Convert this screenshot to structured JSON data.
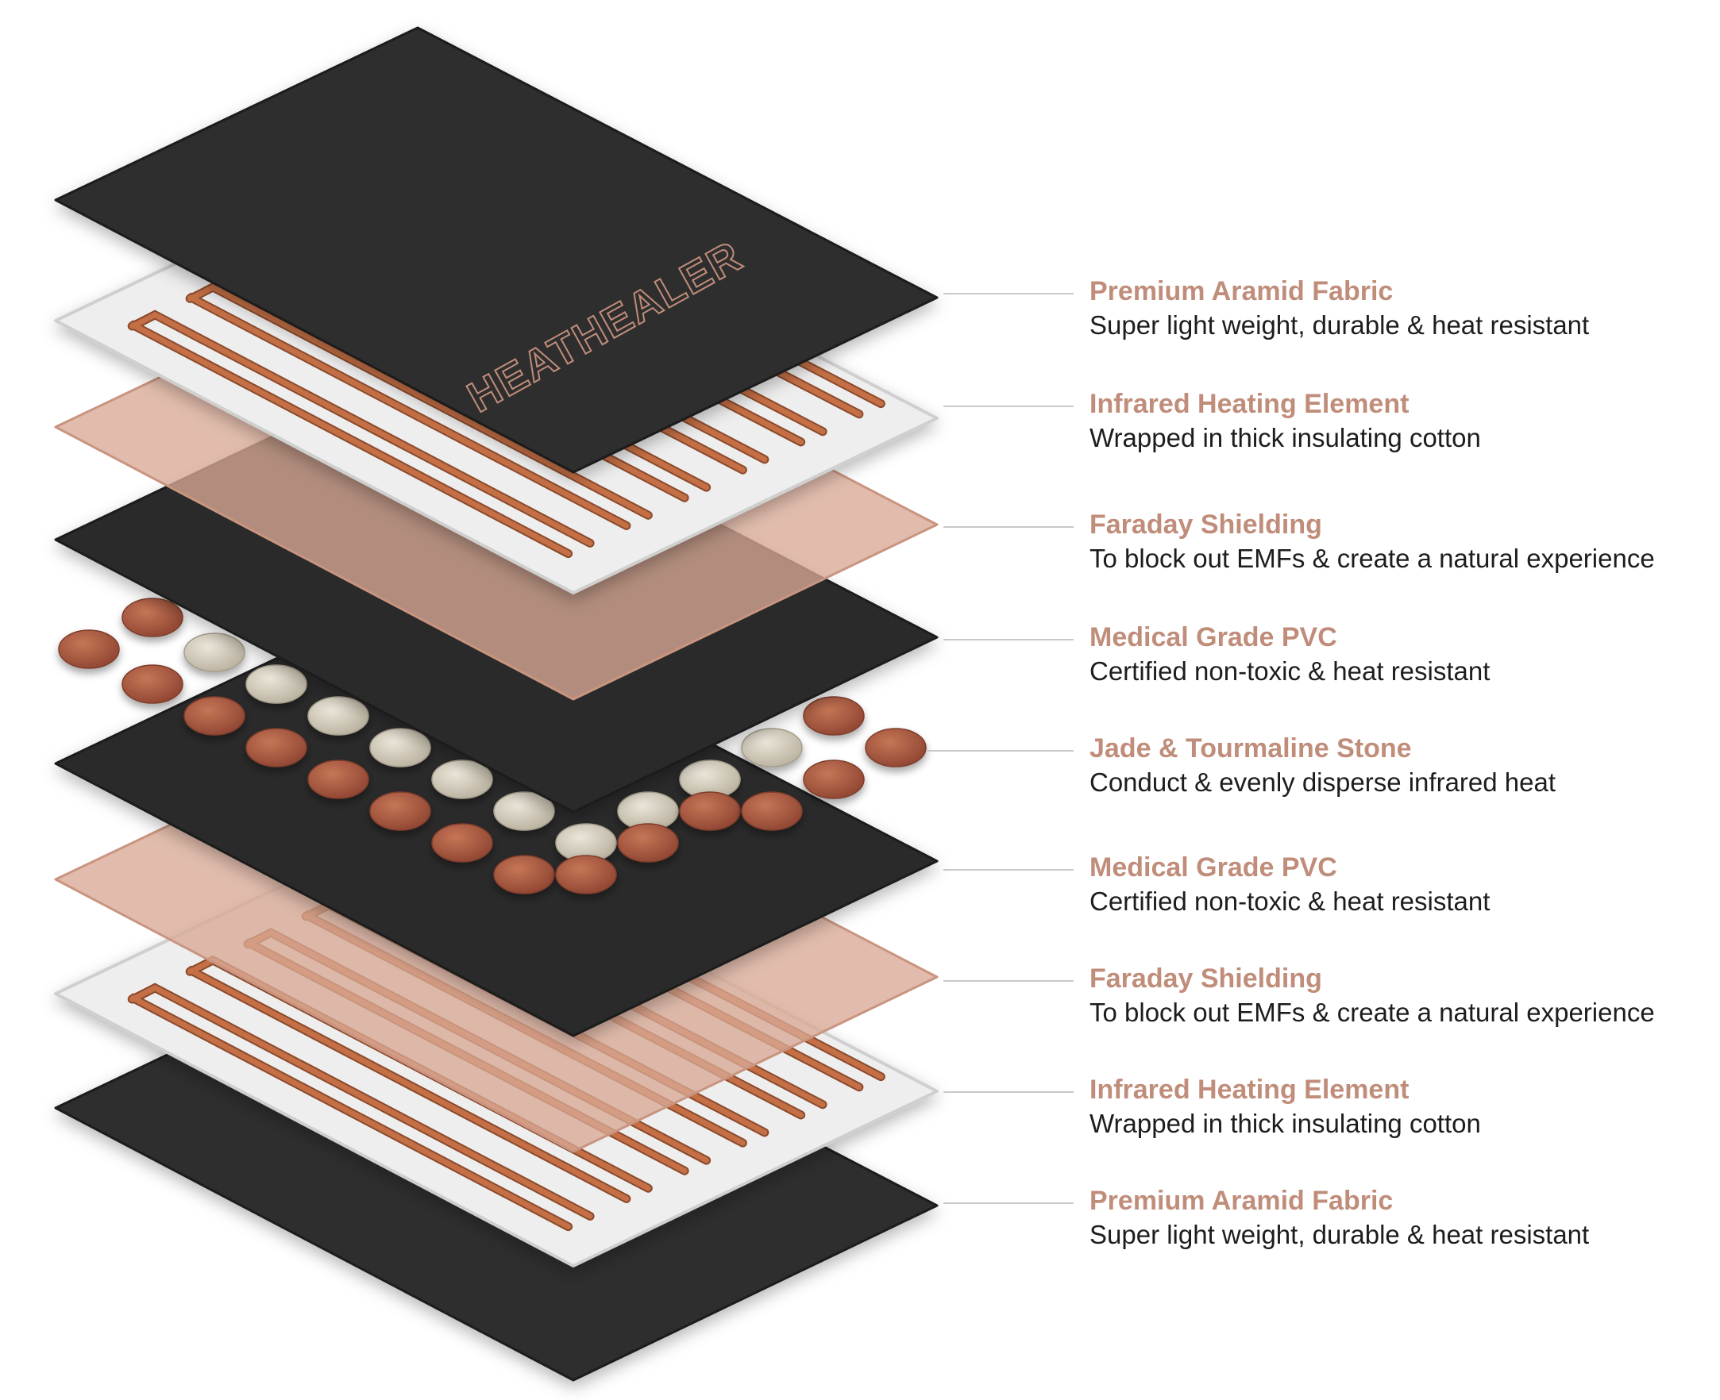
{
  "colors": {
    "accent": "#c08d7a",
    "text": "#1d1d1d",
    "leader": "#c9c9c9",
    "fabric": "#2e2d2e",
    "cotton": "#eeeeee",
    "copper": "#c46f45",
    "shield": "#d9a995",
    "stone_red": "#a5573f",
    "stone_jade": "#d6d0c2"
  },
  "brand": {
    "logo_text": "HEATHEALER"
  },
  "layers": [
    {
      "title": "Premium Aramid Fabric",
      "description": "Super light weight, durable & heat resistant",
      "icon": "black-fabric-sheet"
    },
    {
      "title": "Infrared Heating Element",
      "description": "Wrapped in thick insulating cotton",
      "icon": "copper-coil-on-cotton"
    },
    {
      "title": "Faraday Shielding",
      "description": "To block out EMFs & create a natural experience",
      "icon": "translucent-copper-sheet"
    },
    {
      "title": "Medical Grade PVC",
      "description": "Certified non-toxic & heat resistant",
      "icon": "black-pvc-sheet"
    },
    {
      "title": "Jade & Tourmaline Stone",
      "description": "Conduct & evenly disperse infrared heat",
      "icon": "stone-discs"
    },
    {
      "title": "Medical Grade PVC",
      "description": "Certified non-toxic & heat resistant",
      "icon": "black-pvc-sheet"
    },
    {
      "title": "Faraday Shielding",
      "description": "To block out EMFs & create a natural experience",
      "icon": "translucent-copper-sheet"
    },
    {
      "title": "Infrared Heating Element",
      "description": "Wrapped in thick insulating cotton",
      "icon": "copper-coil-on-cotton"
    },
    {
      "title": "Premium Aramid Fabric",
      "description": "Super light weight, durable & heat resistant",
      "icon": "black-fabric-sheet"
    }
  ]
}
